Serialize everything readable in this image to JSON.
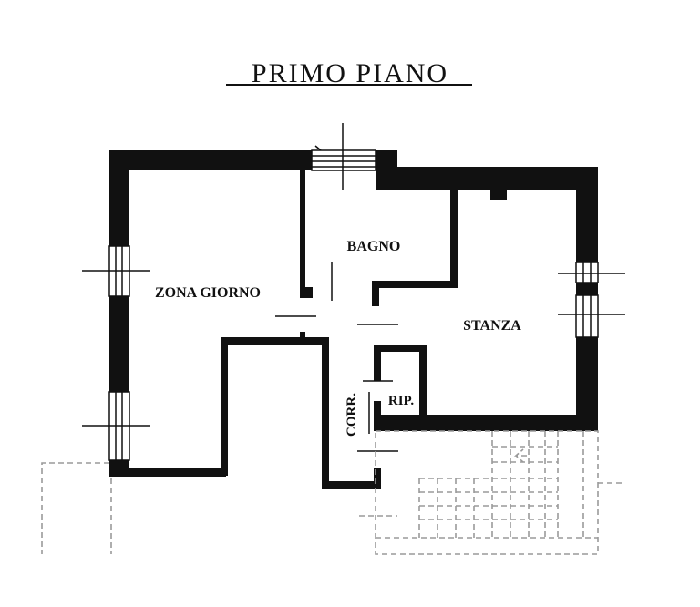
{
  "title": "PRIMO PIANO",
  "rooms": {
    "zona_giorno": "ZONA GIORNO",
    "bagno": "BAGNO",
    "stanza": "STANZA",
    "corr": "CORR.",
    "rip": "RIP."
  },
  "colors": {
    "wall": "#111111",
    "dashed_outline": "#9a9a9a",
    "background": "#ffffff"
  }
}
